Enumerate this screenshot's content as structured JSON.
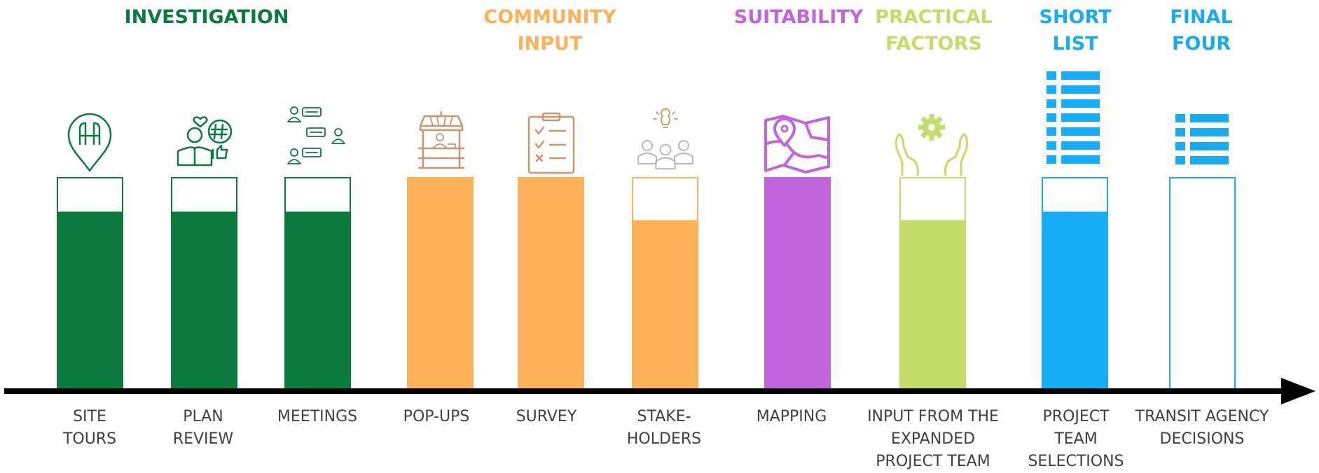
{
  "colors": {
    "investigation": "#0A7A3F",
    "community": "#FDB259",
    "suitability": "#C264DB",
    "practical": "#C4DD68",
    "shortlist": "#15ADF5",
    "final": "#19ABEF",
    "axis": "#000000",
    "label": "#404040"
  },
  "categories": [
    {
      "key": "investigation",
      "title": "INVESTIGATION",
      "color": "#0A7A3F"
    },
    {
      "key": "community",
      "title": "COMMUNITY\nINPUT",
      "color": "#FDB259"
    },
    {
      "key": "suitability",
      "title": "SUITABILITY",
      "color": "#C264DB"
    },
    {
      "key": "practical",
      "title": "PRACTICAL\nFACTORS",
      "color": "#C4DD68"
    },
    {
      "key": "shortlist",
      "title": "SHORT\nLIST",
      "color": "#15ADF5"
    },
    {
      "key": "final",
      "title": "FINAL\nFOUR",
      "color": "#19ABEF"
    }
  ],
  "steps": [
    {
      "label": "SITE\nTOURS",
      "category": "investigation",
      "fill": 0.84,
      "icon": "map-pin-icon"
    },
    {
      "label": "PLAN\nREVIEW",
      "category": "investigation",
      "fill": 0.84,
      "icon": "reader-social-icon"
    },
    {
      "label": "MEETINGS",
      "category": "investigation",
      "fill": 0.84,
      "icon": "chat-people-icon"
    },
    {
      "label": "POP-UPS",
      "category": "community",
      "fill": 1.0,
      "icon": "market-stall-icon"
    },
    {
      "label": "SURVEY",
      "category": "community",
      "fill": 1.0,
      "icon": "checklist-icon"
    },
    {
      "label": "STAKE-\nHOLDERS",
      "category": "community",
      "fill": 0.8,
      "icon": "group-idea-icon"
    },
    {
      "label": "MAPPING",
      "category": "suitability",
      "fill": 1.0,
      "icon": "map-icon"
    },
    {
      "label": "INPUT FROM THE\nEXPANDED\nPROJECT TEAM",
      "category": "practical",
      "fill": 0.8,
      "icon": "hands-gear-icon"
    },
    {
      "label": "PROJECT\nTEAM\nSELECTIONS",
      "category": "shortlist",
      "fill": 0.84,
      "icon": "long-list-icon"
    },
    {
      "label": "TRANSIT AGENCY\nDECISIONS",
      "category": "final",
      "fill": 0.0,
      "icon": "short-list-icon"
    }
  ],
  "chart_data": {
    "type": "bar",
    "categories": [
      "SITE TOURS",
      "PLAN REVIEW",
      "MEETINGS",
      "POP-UPS",
      "SURVEY",
      "STAKE-HOLDERS",
      "MAPPING",
      "INPUT FROM THE EXPANDED PROJECT TEAM",
      "PROJECT TEAM SELECTIONS",
      "TRANSIT AGENCY DECISIONS"
    ],
    "values": [
      0.84,
      0.84,
      0.84,
      1.0,
      1.0,
      0.8,
      1.0,
      0.8,
      0.84,
      0.0
    ],
    "ylim": [
      0,
      1
    ],
    "grid": false
  }
}
